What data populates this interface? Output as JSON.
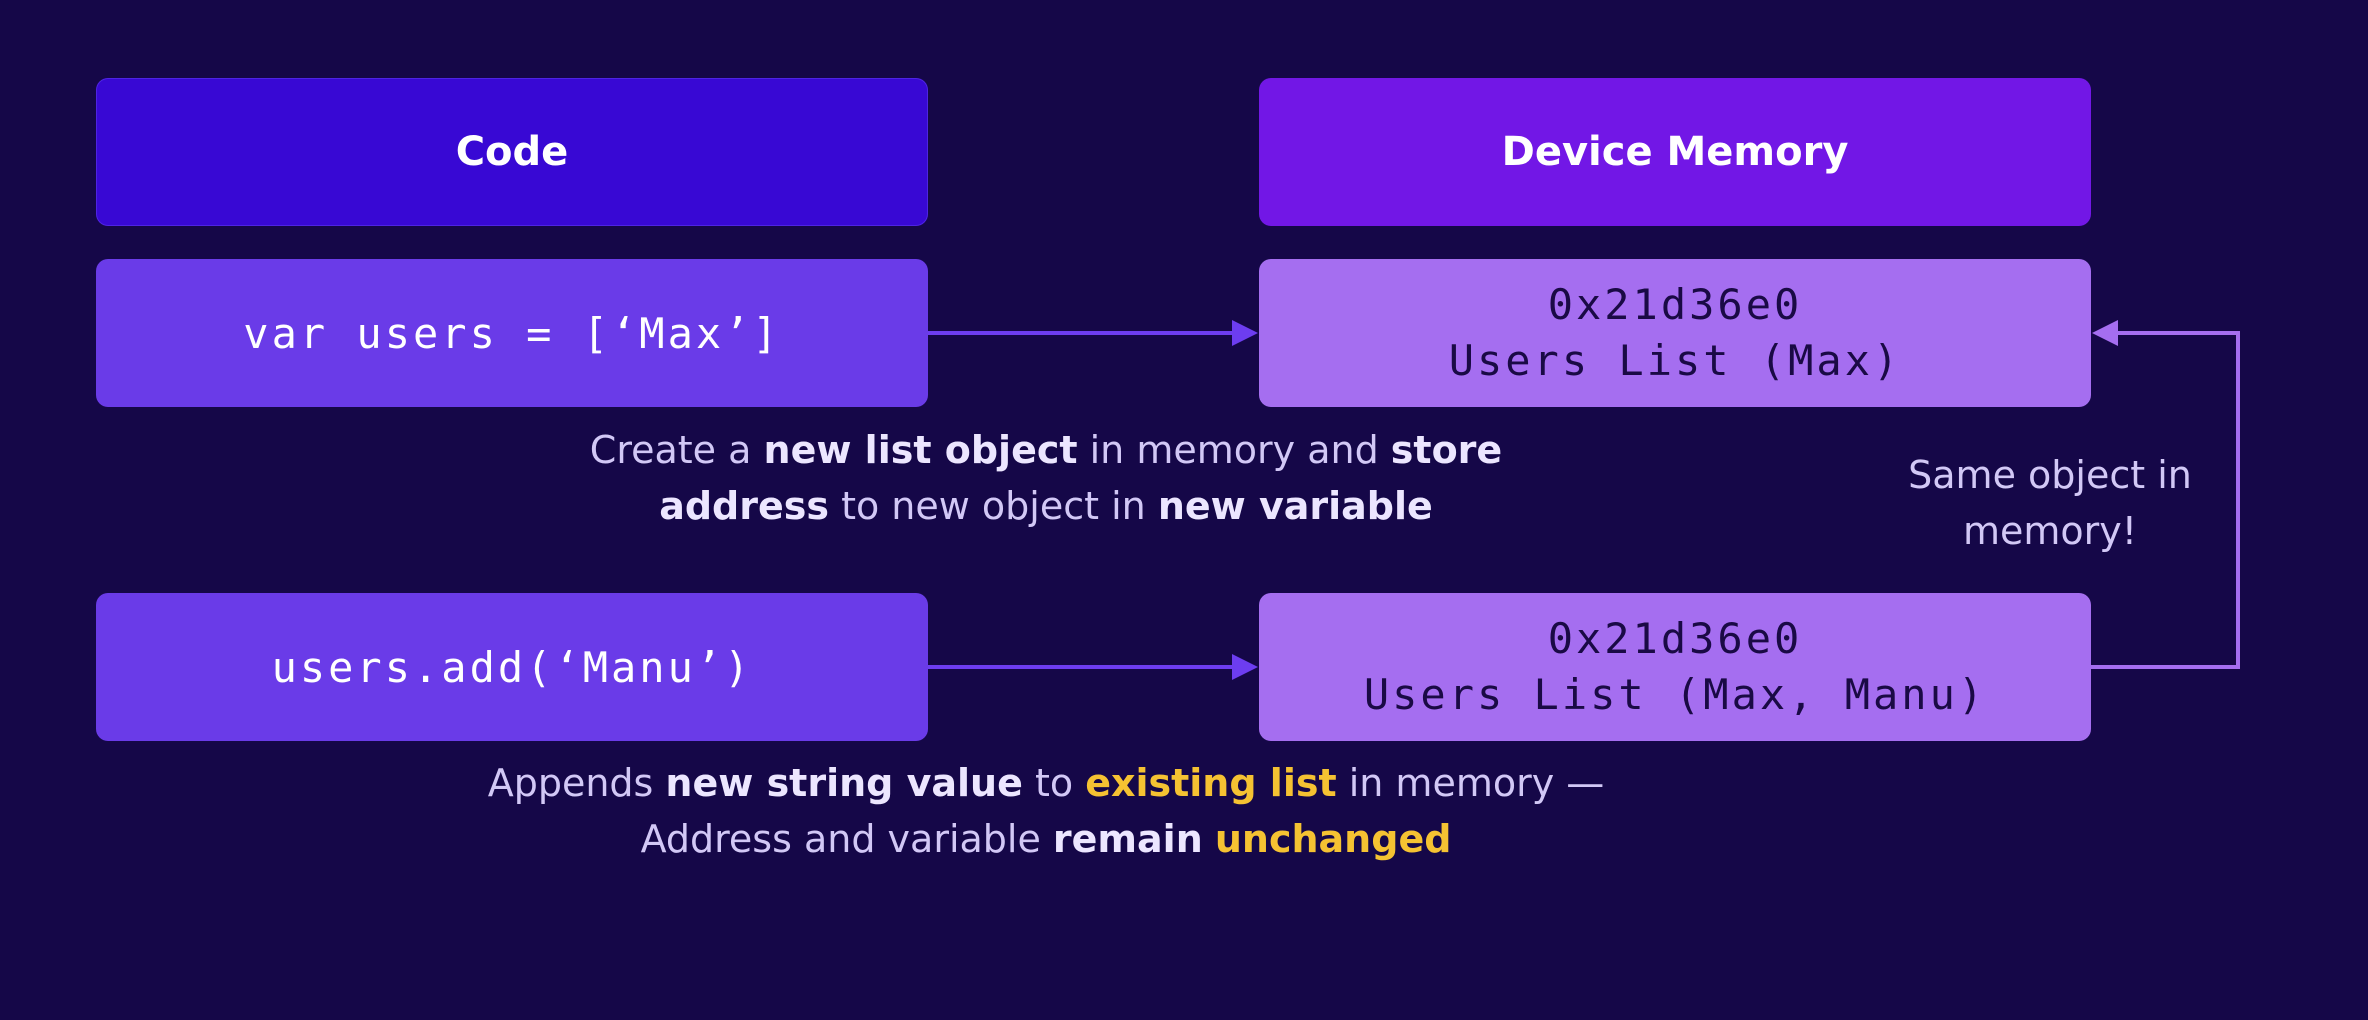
{
  "headers": {
    "code": "Code",
    "memory": "Device Memory"
  },
  "code_boxes": [
    {
      "text": "var users = [‘Max’]"
    },
    {
      "text": "users.add(‘Manu’)"
    }
  ],
  "memory_boxes": [
    {
      "address": "0x21d36e0",
      "content": "Users List (Max)"
    },
    {
      "address": "0x21d36e0",
      "content": "Users List (Max, Manu)"
    }
  ],
  "caption_1": {
    "p1": "Create a ",
    "b1": "new list object",
    "p2": " in memory and ",
    "b2": "store",
    "b3": "address",
    "p3": " to new object in ",
    "b4": "new variable"
  },
  "caption_2": {
    "p1": "Appends ",
    "b1": "new string value",
    "p2": " to ",
    "h1": "existing list",
    "p3": " in memory —",
    "p4": "Address and variable ",
    "b2": "remain",
    "p5": " ",
    "h2": "unchanged"
  },
  "side_note": {
    "line1": "Same object in",
    "line2": "memory!"
  },
  "colors": {
    "background": "#150748",
    "code_header": "#3808d4",
    "memory_header": "#7217e6",
    "code_box": "#6a3be8",
    "memory_box": "#a56ef0",
    "arrow": "#6d3df0",
    "loop_arrow": "#a56ef0",
    "highlight": "#f5c232"
  }
}
